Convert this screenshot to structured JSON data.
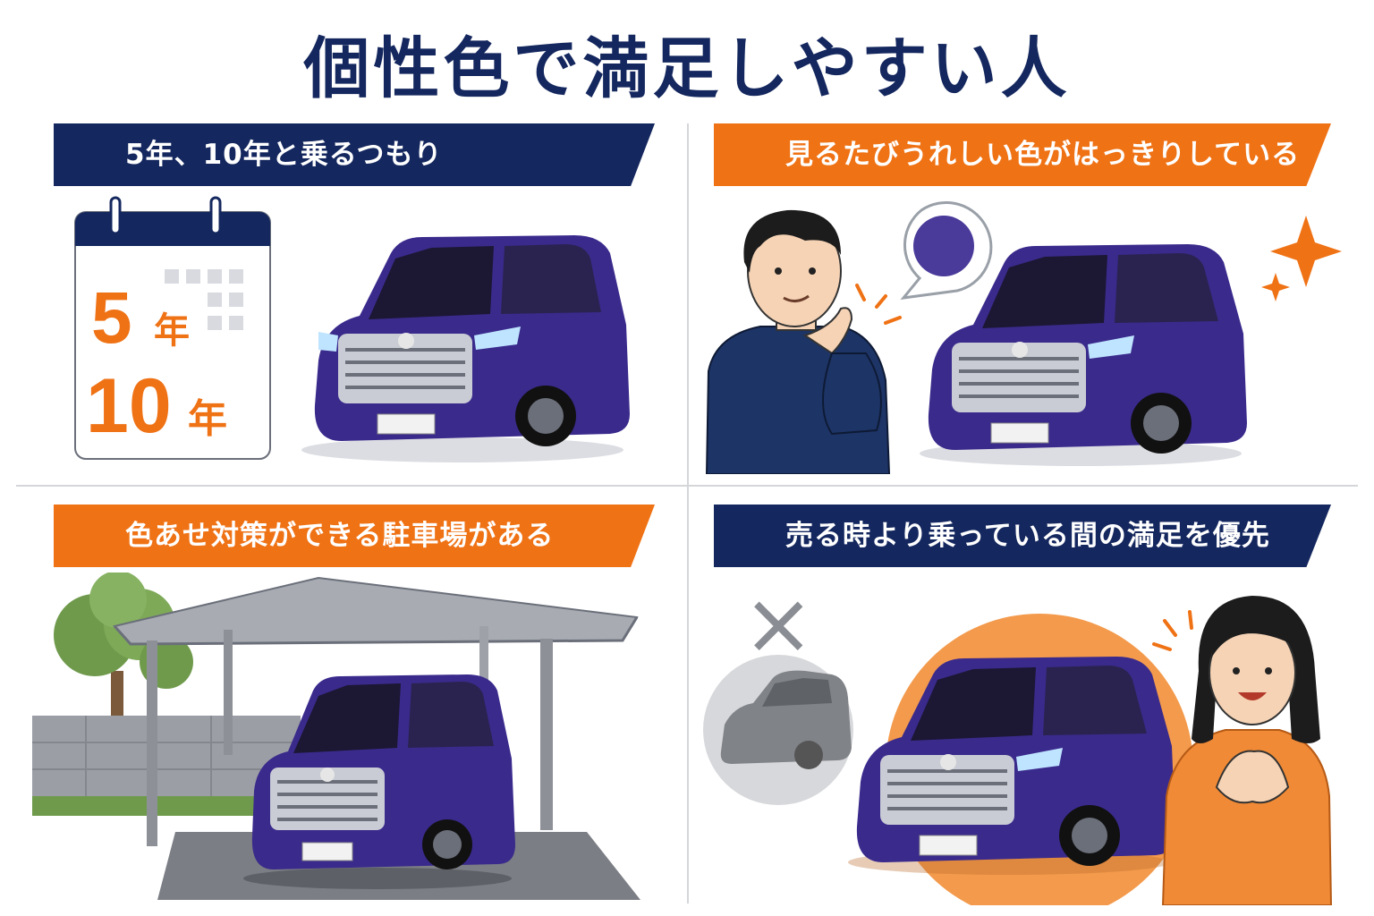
{
  "title": "個性色で満足しやすい人",
  "colors": {
    "navy": "#14275e",
    "orange": "#ef7215",
    "car_purple": "#3a2a8c",
    "divider": "#d4d6da"
  },
  "panels": [
    {
      "heading": "5年、10年と乗るつもり",
      "banner_color": "navy",
      "calendar": {
        "line1_num": "5",
        "line1_unit": "年",
        "line2_num": "10",
        "line2_unit": "年"
      }
    },
    {
      "heading": "見るたびうれしい色がはっきりしている",
      "banner_color": "orange"
    },
    {
      "heading": "色あせ対策ができる駐車場がある",
      "banner_color": "orange"
    },
    {
      "heading": "売る時より乗っている間の満足を優先",
      "banner_color": "navy",
      "reject_mark": "×"
    }
  ]
}
